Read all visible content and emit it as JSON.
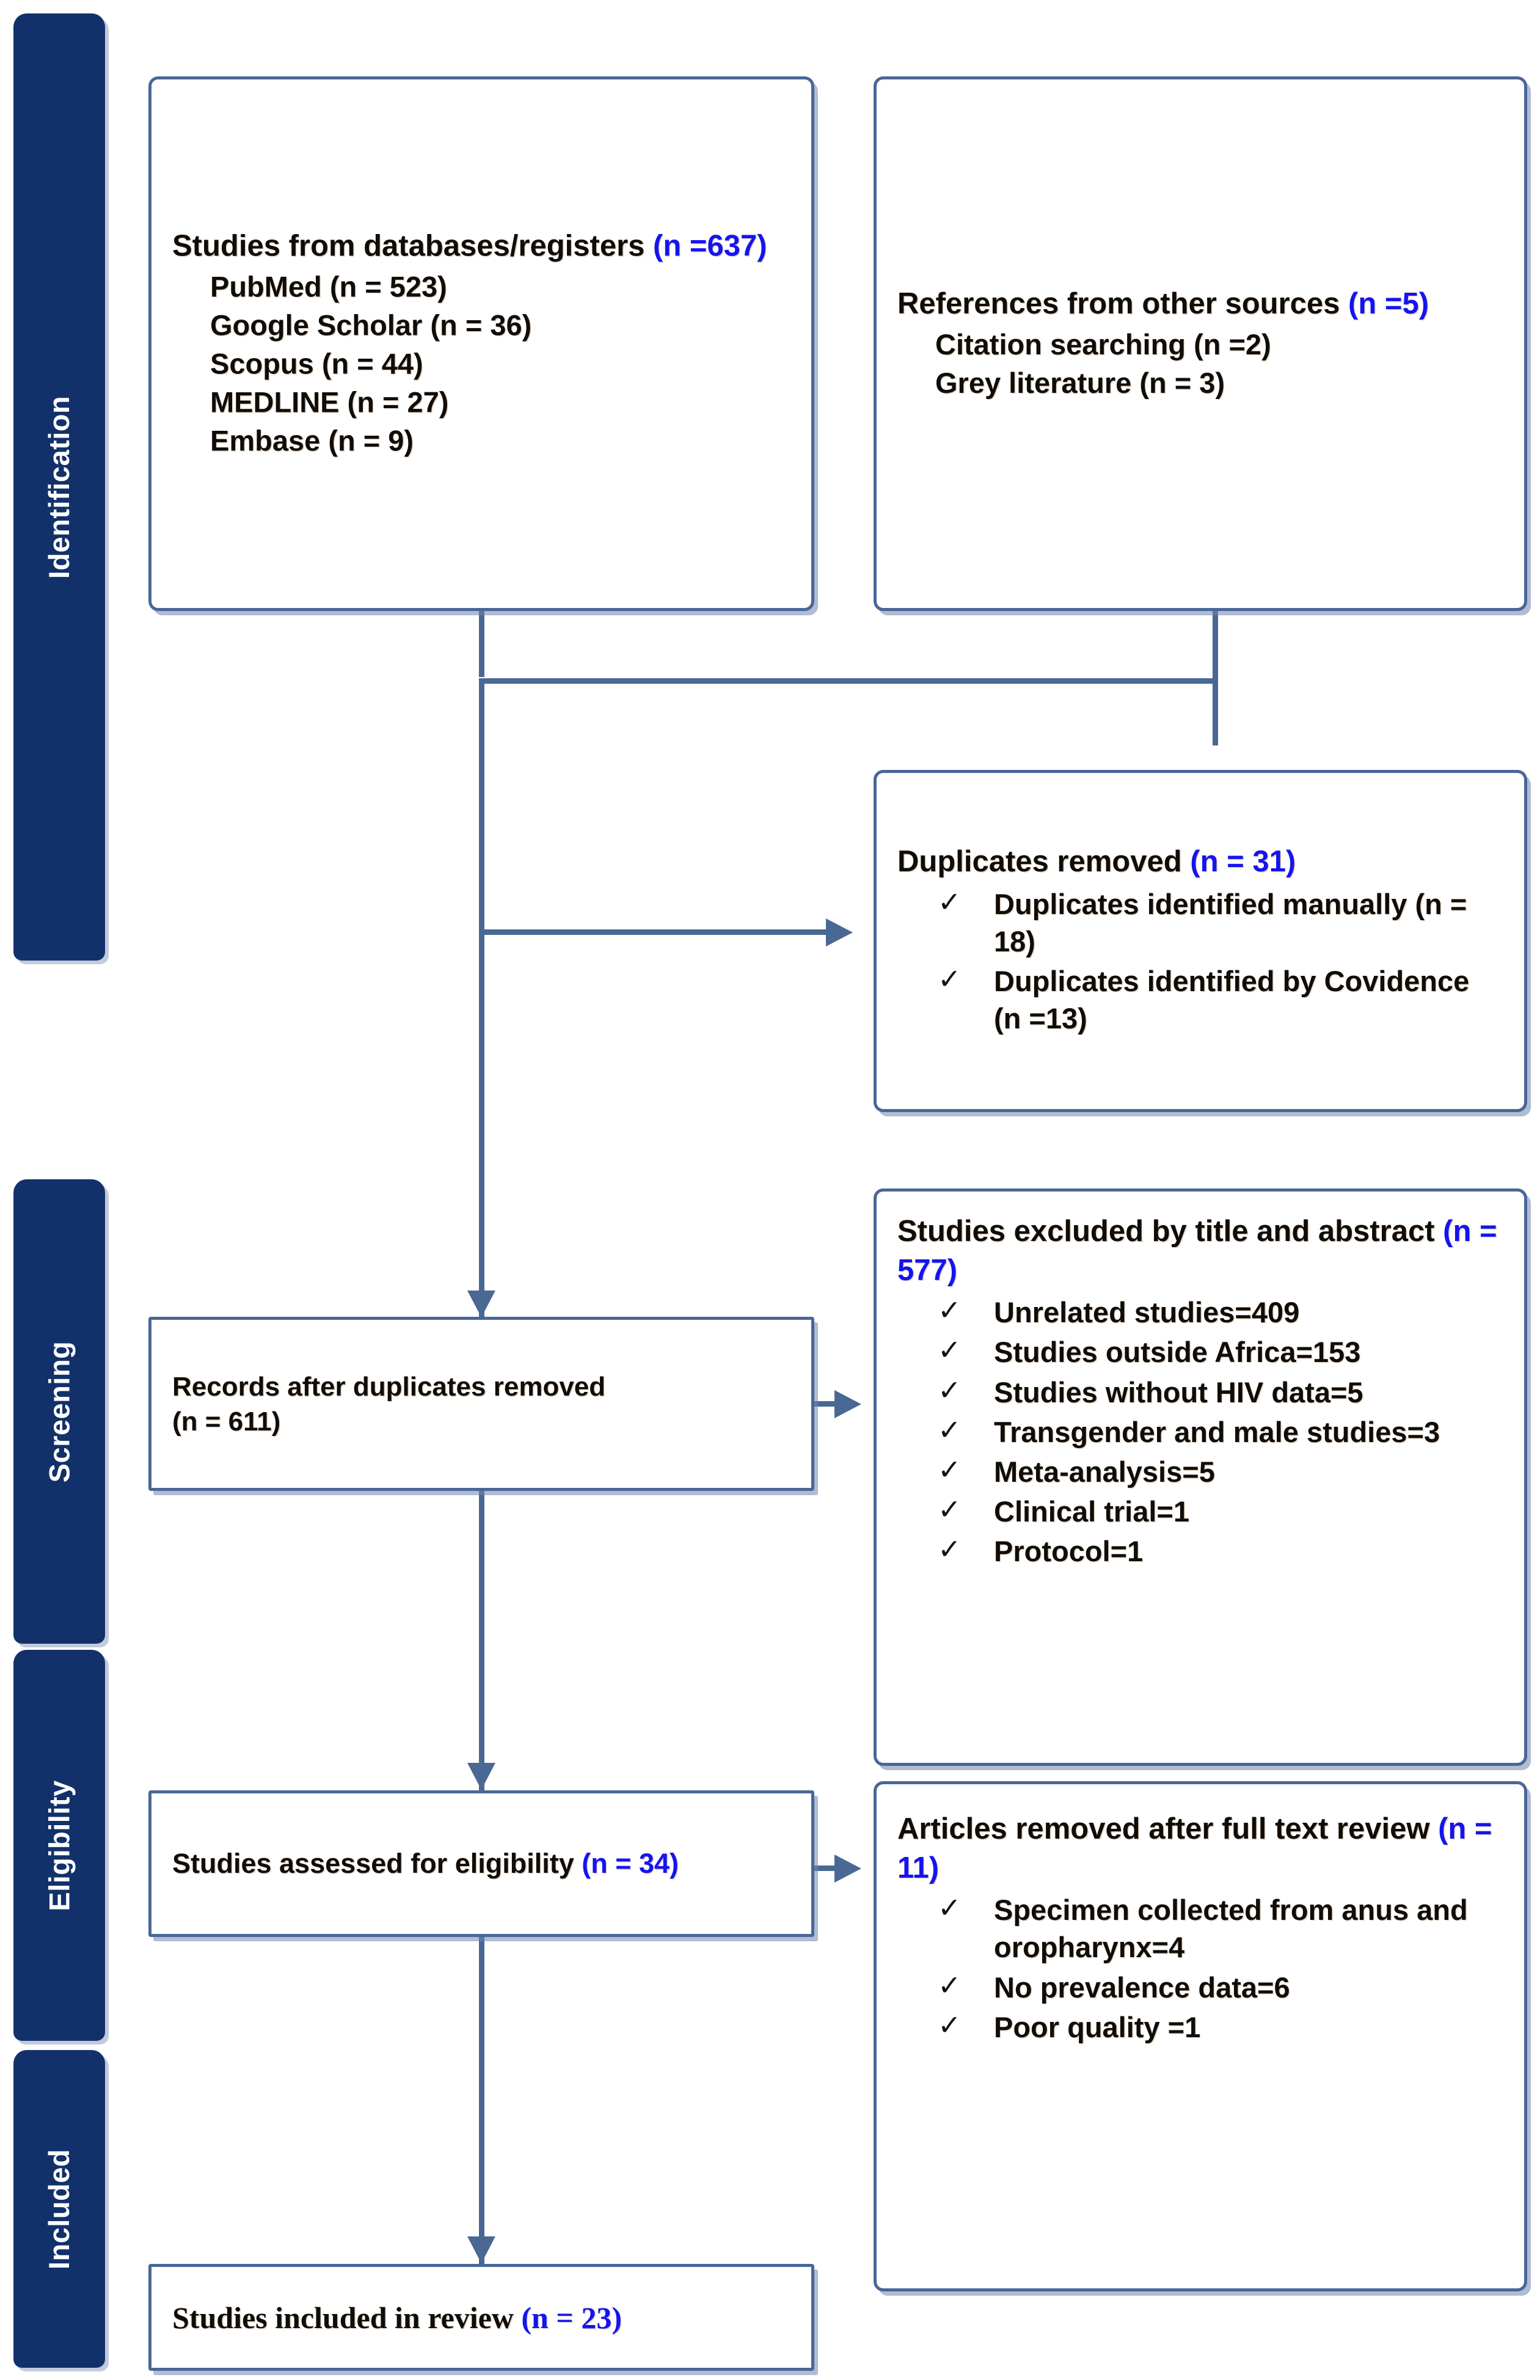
{
  "diagram": {
    "title": "PRISMA flow diagram",
    "accent_box_border": "#4a6699",
    "accent_band": "#12316b",
    "count_color": "#1414ef"
  },
  "stages": [
    {
      "key": "identification",
      "label": "Identification"
    },
    {
      "key": "screening",
      "label": "Screening"
    },
    {
      "key": "eligibility",
      "label": "Eligibility"
    },
    {
      "key": "included",
      "label": "Included"
    }
  ],
  "boxes": {
    "databases": {
      "header_text": "Studies from databases/registers ",
      "header_count": "(n =637)",
      "items": [
        "PubMed (n = 523)",
        "Google Scholar (n = 36)",
        "Scopus (n = 44)",
        "MEDLINE (n = 27)",
        "Embase (n = 9)"
      ]
    },
    "other_sources": {
      "header_text": "References from other sources ",
      "header_count": "(n =5)",
      "items": [
        "Citation searching (n =2)",
        "Grey literature (n = 3)"
      ]
    },
    "duplicates_removed": {
      "header_text": "Duplicates removed ",
      "header_count": "(n = 31)",
      "items": [
        "Duplicates identified manually (n = 18)",
        "Duplicates identified by Covidence (n =13)"
      ]
    },
    "records_after_duplicates": {
      "header_text": "Records after duplicates removed",
      "header_count": "(n = 611)"
    },
    "excluded_title_abstract": {
      "header_text": "Studies excluded by title and abstract ",
      "header_count": "(n = 577)",
      "items": [
        "Unrelated studies=409",
        "Studies outside Africa=153",
        "Studies without HIV data=5",
        "Transgender and male studies=3",
        "Meta-analysis=5",
        "Clinical trial=1",
        "Protocol=1"
      ]
    },
    "assessed_eligibility": {
      "header_text": "Studies assessed for eligibility ",
      "header_count": "(n = 34)"
    },
    "removed_full_text": {
      "header_text": "Articles removed after full text review ",
      "header_count": "(n = 11)",
      "items": [
        "Specimen collected from anus and oropharynx=4",
        "No prevalence data=6",
        "Poor quality =1"
      ]
    },
    "included_review": {
      "header_text": "Studies included in review ",
      "header_count": "(n = 23)"
    }
  },
  "icons": {
    "tick": "✓"
  }
}
